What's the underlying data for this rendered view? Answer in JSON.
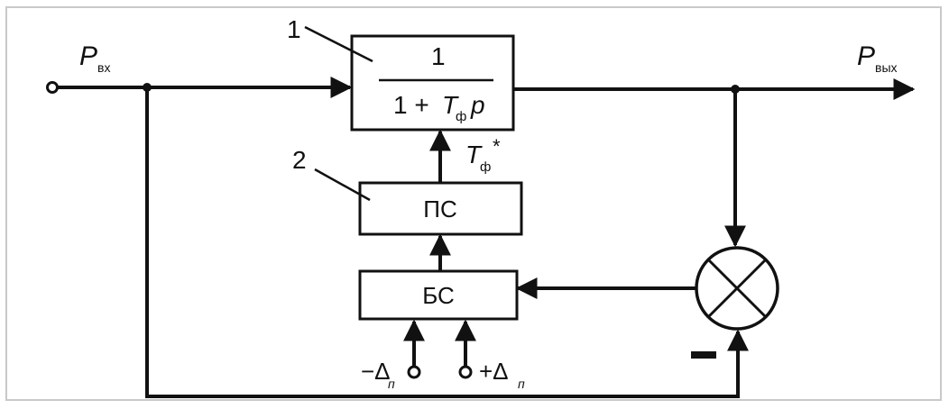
{
  "diagram": {
    "input_label": {
      "symbol": "P",
      "subscript": "вх"
    },
    "output_label": {
      "symbol": "P",
      "subscript": "вых"
    },
    "block1": {
      "marker": "1",
      "numerator": "1",
      "denominator_prefix": "1 + ",
      "denominator_T": "T",
      "denominator_T_sub": "ф",
      "denominator_p": "p"
    },
    "block2": {
      "marker": "2",
      "label": "ПС"
    },
    "block3": {
      "label": "БС"
    },
    "param_label": {
      "symbol": "T",
      "subscript": "ф",
      "superscript": "*"
    },
    "minus_input": {
      "sign": "−Δ",
      "subscript": "п"
    },
    "plus_input": {
      "sign": "+Δ",
      "subscript": "п"
    },
    "comparator_minus_sign": "−"
  }
}
